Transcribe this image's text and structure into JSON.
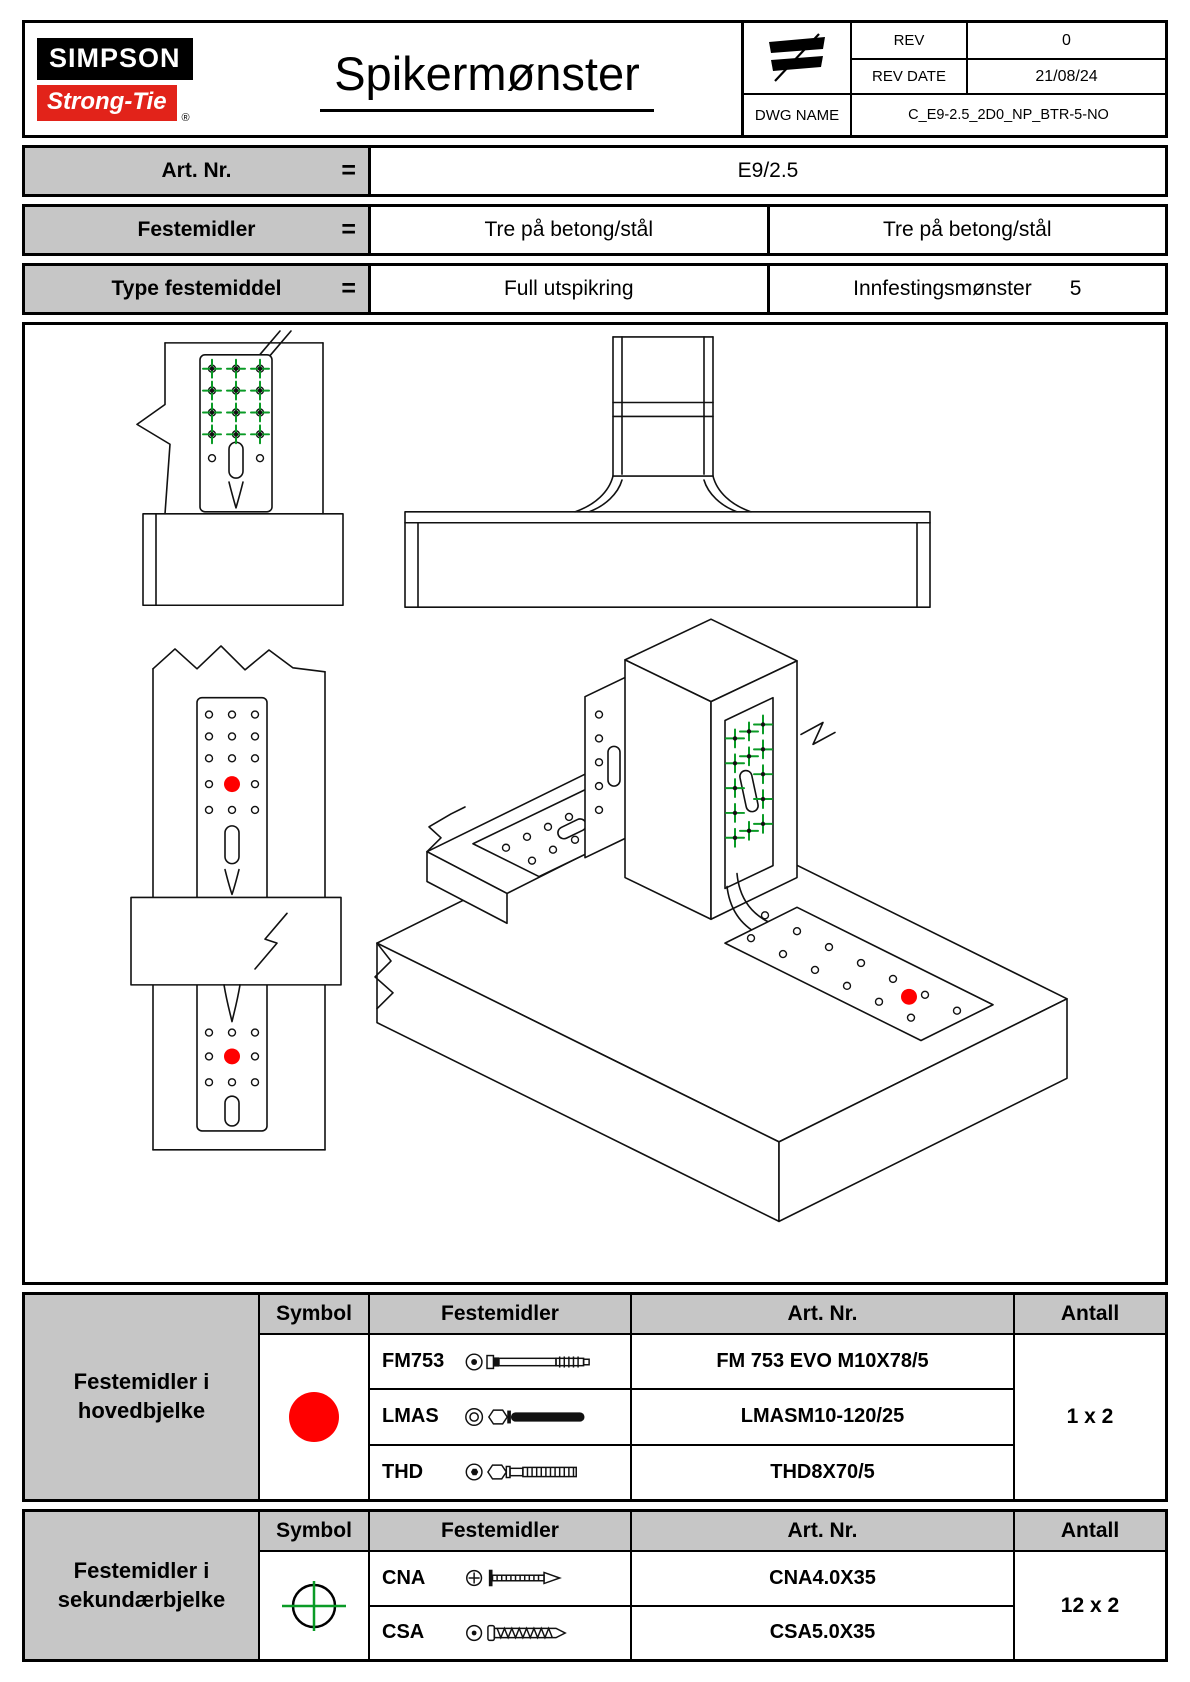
{
  "header": {
    "logo": {
      "simpson": "SIMPSON",
      "strongtie": "Strong-Tie",
      "registered": "®"
    },
    "title": "Spikermønster",
    "title_block": {
      "rev_label": "REV",
      "rev_value": "0",
      "rev_date_label": "REV DATE",
      "rev_date_value": "21/08/24",
      "dwg_name_label": "DWG NAME",
      "dwg_name_value": "C_E9-2.5_2D0_NP_BTR-5-NO"
    }
  },
  "info_table": {
    "rows": [
      {
        "label": "Art. Nr.",
        "eq": "=",
        "value": "E9/2.5"
      },
      {
        "label": "Festemidler",
        "eq": "=",
        "value1": "Tre på betong/stål",
        "value2": "Tre på betong/stål"
      },
      {
        "label": "Type festemiddel",
        "eq": "=",
        "value1": "Full utspikring",
        "value2_label": "Innfestingsmønster",
        "value2_number": "5"
      }
    ]
  },
  "fastener_tables": [
    {
      "group_label": "Festemidler i hovedbjelke",
      "headers": {
        "symbol": "Symbol",
        "festemidler": "Festemidler",
        "artnr": "Art. Nr.",
        "antall": "Antall"
      },
      "symbol": "red-dot",
      "rows": [
        {
          "code": "FM753",
          "icon": "fm753-bolt-icon",
          "artnr": "FM 753 EVO M10X78/5"
        },
        {
          "code": "LMAS",
          "icon": "lmas-anchor-icon",
          "artnr": "LMASM10-120/25"
        },
        {
          "code": "THD",
          "icon": "thd-screw-icon",
          "artnr": "THD8X70/5"
        }
      ],
      "antall": "1 x 2"
    },
    {
      "group_label": "Festemidler i sekundærbjelke",
      "headers": {
        "symbol": "Symbol",
        "festemidler": "Festemidler",
        "artnr": "Art. Nr.",
        "antall": "Antall"
      },
      "symbol": "green-cross",
      "rows": [
        {
          "code": "CNA",
          "icon": "cna-nail-icon",
          "artnr": "CNA4.0X35"
        },
        {
          "code": "CSA",
          "icon": "csa-screw-icon",
          "artnr": "CSA5.0X35"
        }
      ],
      "antall": "12 x 2"
    }
  ],
  "colors": {
    "accent_red": "#e2231a",
    "header_grey": "#c6c6c6",
    "marker_red": "#ff0000",
    "marker_green": "#0a9b26"
  }
}
